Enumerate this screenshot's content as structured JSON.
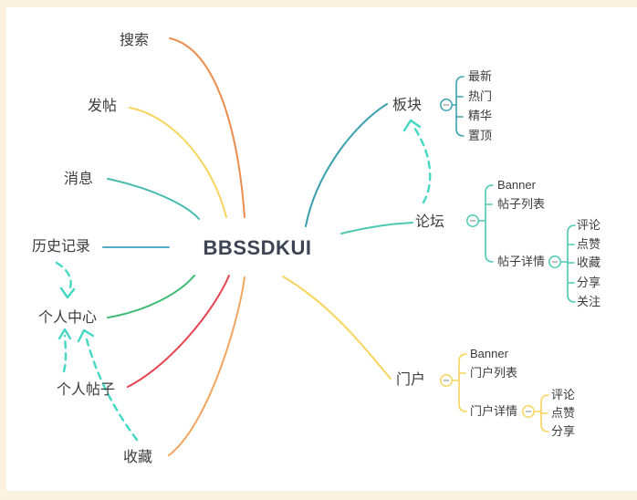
{
  "window": {
    "background": "#FAF1DE",
    "canvas_background": "#FFFFFF"
  },
  "colors": {
    "orange": "#EC8C4D",
    "orange_light": "#F2A55F",
    "yellow": "#F7D45C",
    "teal": "#44BBAD",
    "blue": "#54ACC9",
    "green": "#3DBB74",
    "red": "#E84350",
    "teal_dark": "#3BA0B0",
    "mint": "#4CC8B2",
    "arrow": "#44D7C4",
    "toggle_fill": "#FFFFFF",
    "toggle_minus": "#A9B0B0",
    "text": "#3C3C3C",
    "title": "#3E4454"
  },
  "nodes": {
    "center": "BBSSDKUI",
    "search": "搜索",
    "post": "发帖",
    "message": "消息",
    "history": "历史记录",
    "profile": "个人中心",
    "my_posts": "个人帖子",
    "favorites": "收藏",
    "board": "板块",
    "board_children": [
      "最新",
      "热门",
      "精华",
      "置顶"
    ],
    "forum": "论坛",
    "forum_children": [
      "Banner",
      "帖子列表",
      "帖子详情"
    ],
    "post_detail_children": [
      "评论",
      "点赞",
      "收藏",
      "分享",
      "关注"
    ],
    "portal": "门户",
    "portal_children": [
      "Banner",
      "门户列表",
      "门户详情"
    ],
    "portal_detail_children": [
      "评论",
      "点赞",
      "分享"
    ]
  }
}
